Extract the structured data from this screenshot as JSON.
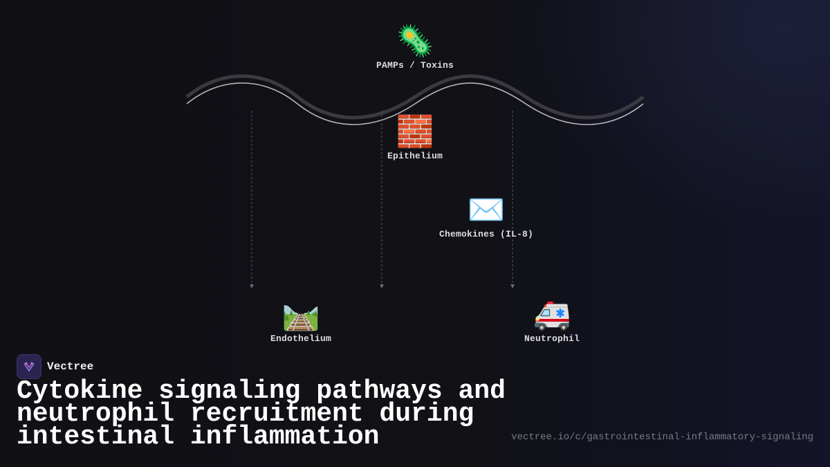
{
  "nodes": {
    "pamps": {
      "icon": "microbe",
      "glyph": "🦠",
      "label": "PAMPs / Toxins"
    },
    "epithelium": {
      "icon": "brick-wall",
      "glyph": "🧱",
      "label": "Epithelium"
    },
    "chemokines": {
      "icon": "envelope",
      "glyph": "✉️",
      "label": "Chemokines (IL-8)"
    },
    "endothelium": {
      "icon": "railway-track",
      "glyph": "🛤️",
      "label": "Endothelium"
    },
    "neutrophil": {
      "icon": "ambulance",
      "glyph": "🚑",
      "label": "Neutrophil"
    }
  },
  "brand": {
    "name": "Vectree",
    "logo_color": "#7c5ce0"
  },
  "title": "Cytokine signaling pathways and neutrophil recruitment during intestinal inflammation",
  "url": "vectree.io/c/gastrointestinal-inflammatory-signaling",
  "colors": {
    "background": "#111116",
    "wave_dark": "#3a3a40",
    "wave_light": "#b8b8bc",
    "dash": "#5a5a62"
  }
}
